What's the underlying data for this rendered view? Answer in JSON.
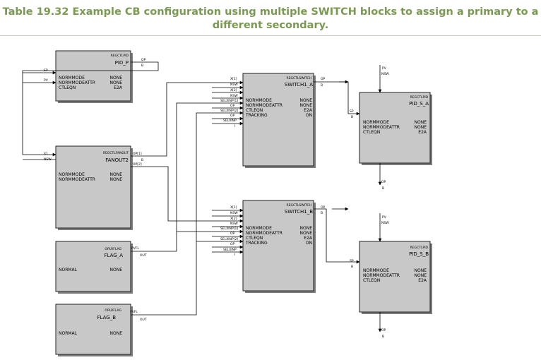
{
  "caption": {
    "line1": "Table 19.32 Example CB configuration using multiple SWITCH blocks to assign a primary to a",
    "line2": "different secondary."
  },
  "blocks": {
    "pidp": {
      "type": "REGCTLPID",
      "name": "PID_P",
      "rows": [
        [
          "NORMMODE",
          "NONE"
        ],
        [
          "NORMMODEATTR",
          "NONE"
        ],
        [
          "CTLEQN",
          "E2A"
        ]
      ],
      "in1": "SP",
      "in2": "PV",
      "out_top": "OP",
      "out_under": "B"
    },
    "fanout": {
      "type": "REGCTLFANOUT",
      "name": "FANOUT2",
      "rows": [
        [
          "NORMMODE",
          "NONE"
        ],
        [
          "NORMMODEATTR",
          "NONE"
        ]
      ],
      "in1": "X1",
      "in2": "NSW",
      "out1": "OP[1]",
      "out2": "OP[2]",
      "under": "B"
    },
    "flaga": {
      "type": "OPLRFLAG",
      "name": "FLAG_A",
      "rows": [
        [
          "NORMAL",
          "NONE"
        ]
      ],
      "out1": "PVFL",
      "out2": "OUT"
    },
    "flagb": {
      "type": "OPLRFLAG",
      "name": "FLAG_B",
      "rows": [
        [
          "NORMAL",
          "NONE"
        ]
      ],
      "out1": "PVFL",
      "out2": "OUT"
    },
    "swa": {
      "type": "REGCTLSWITCH",
      "name": "SWITCH1_A",
      "rows": [
        [
          "NORMMODE",
          "NONE"
        ],
        [
          "NORMMODEATTR",
          "NONE"
        ],
        [
          "CTLEQN",
          "E2A"
        ],
        [
          "TRACKING",
          "ON"
        ]
      ],
      "inputs": [
        "X[1]",
        "NSW",
        "X[2]",
        "NSW",
        "SELXINP[1]",
        "OP",
        "SELXINP[2]",
        "OP",
        "SELXINP",
        "I"
      ],
      "out_top": "OP",
      "out_under": "B"
    },
    "swb": {
      "type": "REGCTLSWITCH",
      "name": "SWITCH1_B",
      "rows": [
        [
          "NORMMODE",
          "NONE"
        ],
        [
          "NORMMODEATTR",
          "NONE"
        ],
        [
          "CTLEQN",
          "E2A"
        ],
        [
          "TRACKING",
          "ON"
        ]
      ],
      "inputs": [
        "X[1]",
        "NSW",
        "X[2]",
        "NSW",
        "SELXINP[1]",
        "OP",
        "SELXINP[2]",
        "OP",
        "SELXINP",
        "I"
      ],
      "out_top": "OP",
      "out_under": "B"
    },
    "pidsa": {
      "type": "REGCTLPID",
      "name": "PID_S_A",
      "rows": [
        [
          "NORMMODE",
          "NONE"
        ],
        [
          "NORMMODEATTR",
          "NONE"
        ],
        [
          "CTLEQN",
          "E2A"
        ]
      ],
      "top1": "PV",
      "top2": "NSW",
      "in1": "SP",
      "in2": "B",
      "bot1": "OP",
      "bot2": "B"
    },
    "pidsb": {
      "type": "REGCTLPID",
      "name": "PID_S_B",
      "rows": [
        [
          "NORMMODE",
          "NONE"
        ],
        [
          "NORMMODEATTR",
          "NONE"
        ],
        [
          "CTLEQN",
          "E2A"
        ]
      ],
      "top1": "PV",
      "top2": "NSW",
      "in1": "SP",
      "in2": "B",
      "bot1": "OP",
      "bot2": "B"
    }
  }
}
